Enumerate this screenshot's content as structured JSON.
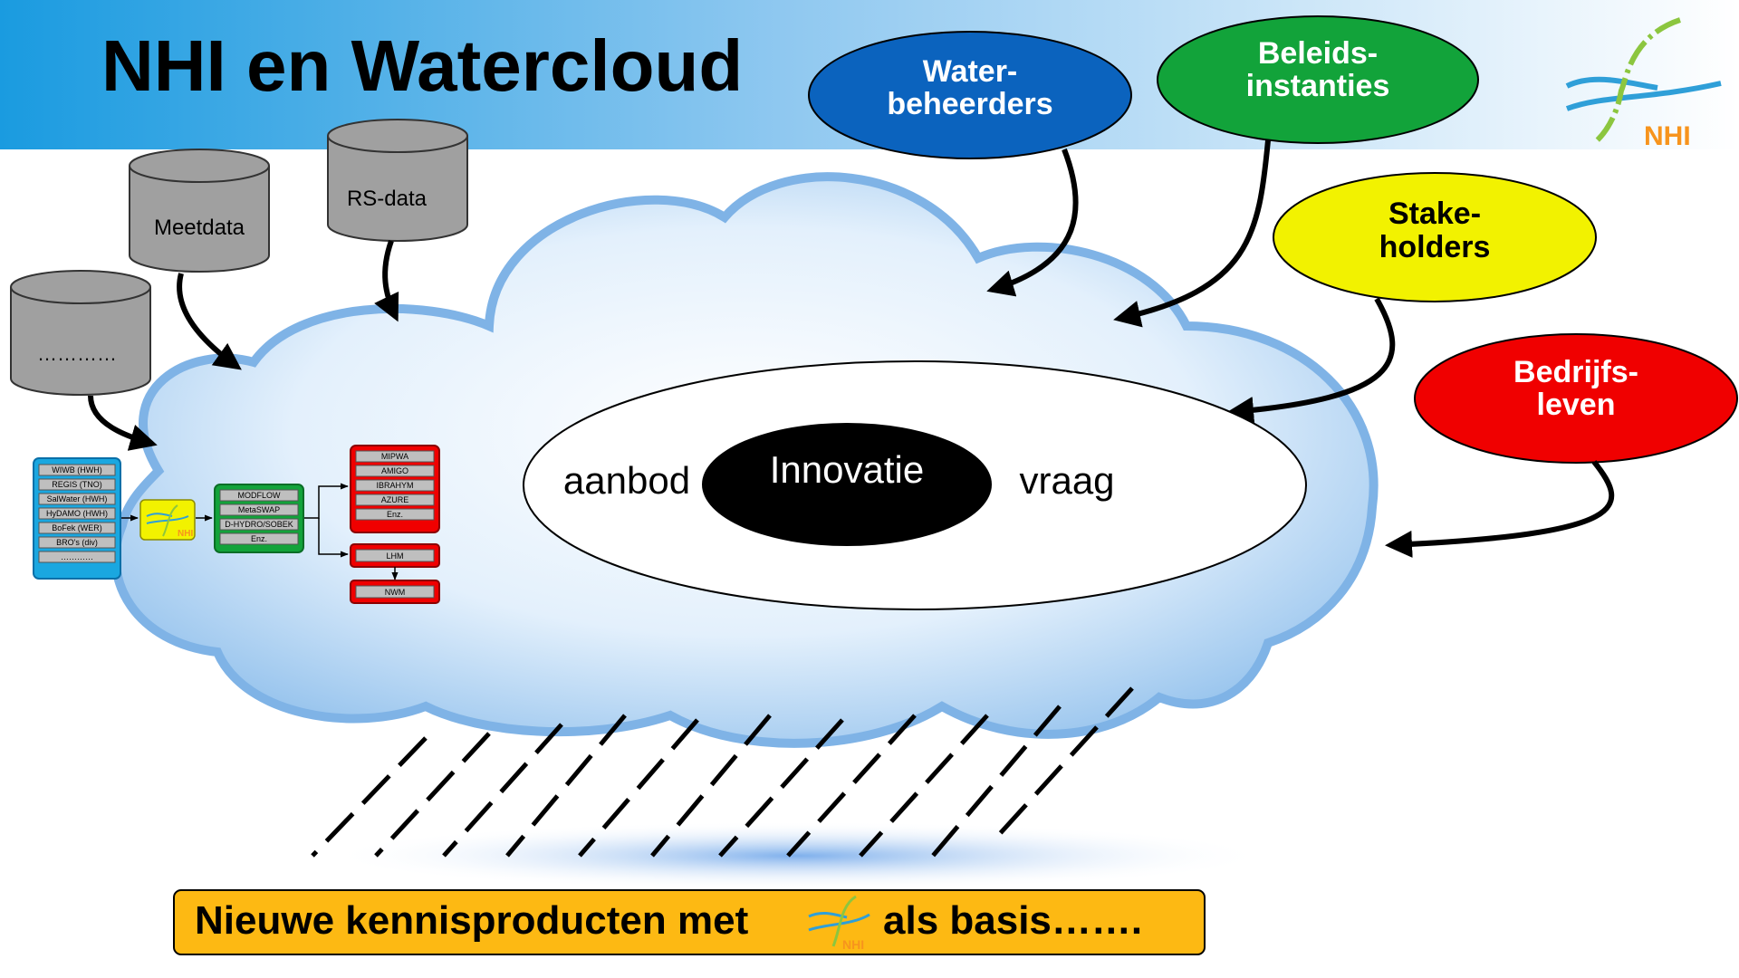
{
  "title": "NHI en Watercloud",
  "logo_text": "NHI",
  "databases": [
    {
      "label": "Meetdata"
    },
    {
      "label": "RS-data"
    },
    {
      "label": "…………"
    }
  ],
  "stakeholders": [
    {
      "line1": "Water-",
      "line2": "beheerders",
      "color": "#0B63BE"
    },
    {
      "line1": "Beleids-",
      "line2": "instanties",
      "color": "#12A33A"
    },
    {
      "line1": "Stake-",
      "line2": "holders",
      "color": "#F2F200"
    },
    {
      "line1": "Bedrijfs-",
      "line2": "leven",
      "color": "#F00000"
    }
  ],
  "innovation": {
    "left": "aanbod",
    "center": "Innovatie",
    "right": "vraag"
  },
  "sources": [
    "WIWB (HWH)",
    "REGIS (TNO)",
    "SalWater (HWH)",
    "HyDAMO (HWH)",
    "BoFek (WER)",
    "BRO's (div)",
    "…………"
  ],
  "models": [
    "MODFLOW",
    "MetaSWAP",
    "D-HYDRO/SOBEK",
    "Enz."
  ],
  "applications": [
    "MIPWA",
    "AMIGO",
    "IBRAHYM",
    "AZURE",
    "Enz."
  ],
  "outputs": [
    "LHM",
    "NWM"
  ],
  "banner": {
    "before": "Nieuwe kennisproducten met",
    "after": "als basis……."
  },
  "colors": {
    "sky_blue": "#1A9BE0",
    "cloud_blue": "#A9D0F2",
    "banner_orange": "#FDB913",
    "database_gray": "#A0A0A0"
  }
}
